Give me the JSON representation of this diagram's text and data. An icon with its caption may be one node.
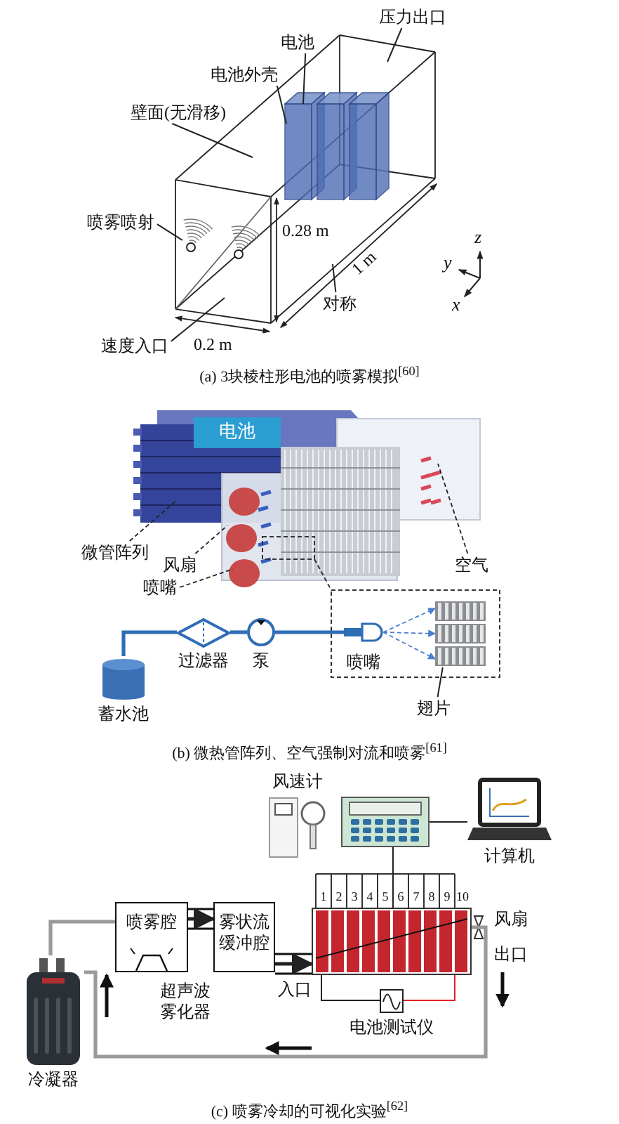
{
  "diagram": {
    "nodes": [
      {
        "text": [
          "压力出口"
        ]
      },
      {
        "text": [
          "电池"
        ]
      },
      {
        "text": [
          "电池外壳"
        ]
      },
      {
        "text": [
          "壁面(无滑移)"
        ]
      },
      {
        "text": [
          "喷雾喷射"
        ]
      },
      {
        "text": [
          "对称"
        ]
      },
      {
        "text": [
          "速度入口"
        ]
      },
      {
        "text": [
          "电池"
        ]
      },
      {
        "text": [
          "微管阵列"
        ]
      },
      {
        "text": [
          "风扇"
        ]
      },
      {
        "text": [
          "喷嘴"
        ]
      },
      {
        "text": [
          "空气"
        ]
      },
      {
        "text": [
          "蓄水池"
        ]
      },
      {
        "text": [
          "过滤器"
        ]
      },
      {
        "text": [
          "泵"
        ]
      },
      {
        "text": [
          "喷嘴"
        ]
      },
      {
        "text": [],
        "shape": "picture"
      },
      {
        "text": [
          "翅片"
        ]
      },
      {
        "text": [
          "风速计"
        ]
      },
      {
        "text": [],
        "shape": "picture"
      },
      {
        "text": [
          "计算机"
        ]
      },
      {
        "text": [
          "喷雾腔"
        ]
      },
      {
        "text": [
          "雾状流缓冲腔"
        ]
      },
      {
        "text": [],
        "shape": "picture",
        "beside": [
          "1",
          "2",
          "3",
          "4",
          "5",
          "6",
          "7",
          "8",
          "9",
          "10"
        ]
      },
      {
        "text": [
          "电池测试仪"
        ]
      },
      {
        "text": [
          "冷凝器"
        ]
      }
    ],
    "edges": [
      {
        "from": 0,
        "to": null,
        "arrow": "none"
      },
      {
        "from": 1,
        "to": null,
        "arrow": "none"
      },
      {
        "from": 2,
        "to": null,
        "arrow": "none"
      },
      {
        "from": 3,
        "to": null,
        "arrow": "none"
      },
      {
        "from": 4,
        "to": null,
        "arrow": "none"
      },
      {
        "from": 5,
        "to": null,
        "arrow": "none"
      },
      {
        "from": 6,
        "to": null,
        "arrow": "none"
      },
      {
        "from": 8,
        "to": null,
        "arrow": "none",
        "style": "dashed"
      },
      {
        "from": 9,
        "to": null,
        "arrow": "none",
        "style": "dashed"
      },
      {
        "from": 10,
        "to": null,
        "arrow": "none",
        "style": "dashed"
      },
      {
        "from": 11,
        "to": null,
        "arrow": "none",
        "style": "dashed"
      },
      {
        "from": 12,
        "to": 13,
        "arrow": "none",
        "style": "thick",
        "color": "#2f6db5"
      },
      {
        "from": 13,
        "to": 14,
        "arrow": "none",
        "style": "thick",
        "color": "#2f6db5"
      },
      {
        "from": 14,
        "to": 15,
        "arrow": "none",
        "style": "thick",
        "color": "#2f6db5"
      },
      {
        "from": 15,
        "to": 16,
        "arrow": "to",
        "style": "dashed",
        "color": "#4a7fd0"
      },
      {
        "from": 15,
        "to": 16,
        "arrow": "to",
        "style": "dashed",
        "color": "#4a7fd0"
      },
      {
        "from": 15,
        "to": 16,
        "arrow": "to",
        "style": "dashed",
        "color": "#4a7fd0"
      },
      {
        "from": 17,
        "to": 16,
        "arrow": "none"
      },
      {
        "from": 19,
        "to": 20,
        "arrow": "none"
      },
      {
        "from": 19,
        "to": 23,
        "arrow": "none"
      },
      {
        "from": 25,
        "to": 21,
        "arrow": "none",
        "style": "thick",
        "color": "#9a9a9a"
      },
      {
        "from": 21,
        "to": 22,
        "arrow": "to",
        "style": "thick"
      },
      {
        "from": 22,
        "to": 23,
        "arrow": "to",
        "style": "thick"
      },
      {
        "from": 23,
        "to": 25,
        "arrow": "none",
        "style": "thick",
        "color": "#9a9a9a"
      },
      {
        "from": 24,
        "to": 23,
        "arrow": "none"
      },
      {
        "from": 24,
        "to": 23,
        "arrow": "none",
        "color": "#e02020"
      }
    ],
    "labels": [
      "0.28 m",
      "z",
      "y",
      "1 m",
      "x",
      "0.2 m",
      "(a) 3块棱柱形电池的喷雾模拟$^{[60]}$",
      "(b) 微热管阵列、空气强制对流和喷雾$^{[61]}$",
      "风扇",
      "出口",
      "入口",
      "超声波雾化器",
      "(c) 喷雾冷却的可视化实验$^{[62]}$"
    ]
  }
}
